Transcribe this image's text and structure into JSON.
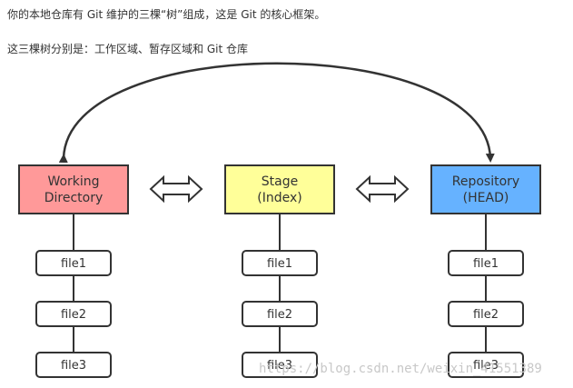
{
  "text": {
    "intro": "你的本地仓库有 Git 维护的三棵“树”组成，这是 Git 的核心框架。",
    "trees_line": "这三棵树分别是：工作区域、暂存区域和 Git 仓库"
  },
  "diagram": {
    "trees": [
      {
        "line1": "Working",
        "line2": "Directory",
        "color": "#ff9999",
        "files": [
          "file1",
          "file2",
          "file3"
        ]
      },
      {
        "line1": "Stage",
        "line2": "(Index)",
        "color": "#ffff99",
        "files": [
          "file1",
          "file2",
          "file3"
        ]
      },
      {
        "line1": "Repository",
        "line2": "(HEAD)",
        "color": "#66b2ff",
        "files": [
          "file1",
          "file2",
          "file3"
        ]
      }
    ],
    "watermark": "https://blog.csdn.net/weixin_41551389"
  }
}
